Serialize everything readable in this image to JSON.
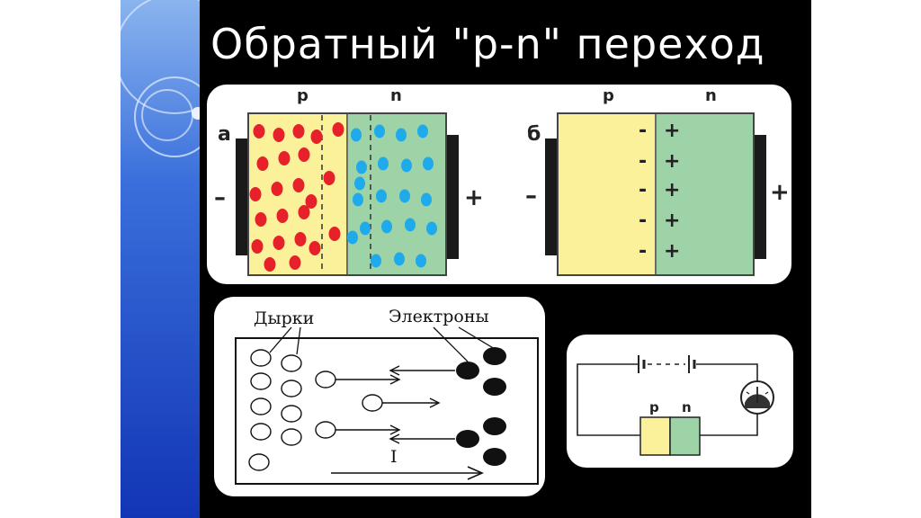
{
  "slide": {
    "title": "Обратный \"p-n\" переход"
  },
  "diagram_a": {
    "letter": "а",
    "p_label": "p",
    "n_label": "n",
    "left_sign": "–",
    "right_sign": "+"
  },
  "diagram_b": {
    "letter": "б",
    "p_label": "p",
    "n_label": "n",
    "left_sign": "–",
    "right_sign": "+",
    "minus_char": "-",
    "plus_char": "+"
  },
  "carriers": {
    "holes_label": "Дырки",
    "electrons_label": "Электроны",
    "current_label": "I"
  },
  "circuit": {
    "p_label": "p",
    "n_label": "n"
  },
  "colors": {
    "p_region": "#fbf19b",
    "n_region": "#9ed3a8",
    "holes": "#e62129",
    "electrons": "#1eaaeb",
    "sidebar_blue": "#1d4fc9"
  }
}
